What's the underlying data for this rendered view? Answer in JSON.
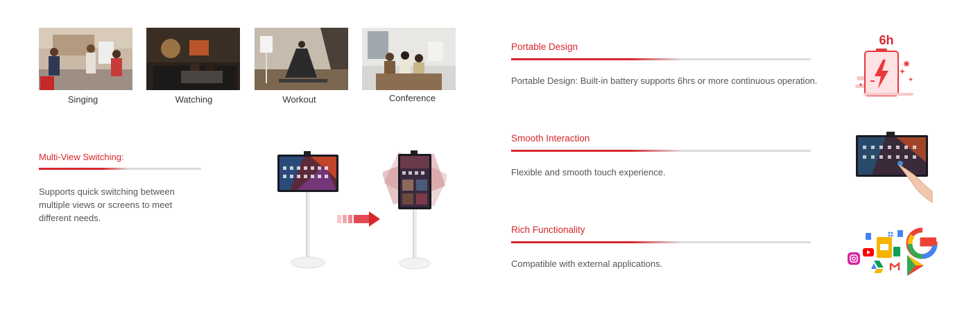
{
  "scenes": [
    {
      "label": "Singing"
    },
    {
      "label": "Watching"
    },
    {
      "label": "Workout"
    },
    {
      "label": "Conference"
    }
  ],
  "multi_view": {
    "title": "Multi-View Switching:",
    "description_lines": [
      "Supports quick switching between",
      "multiple views or screens to meet",
      "different needs."
    ]
  },
  "features": [
    {
      "title": "Portable Design",
      "description": "Portable Design: Built-in battery supports 6hrs or more continuous operation."
    },
    {
      "title": "Smooth Interaction",
      "description": "Flexible and smooth touch experience."
    },
    {
      "title": "Rich Functionality",
      "description": "Compatible with external applications."
    }
  ],
  "battery_icon": {
    "hours_label": "6h"
  },
  "colors": {
    "accent": "#d7262c",
    "divider": "#dcdcdc"
  }
}
